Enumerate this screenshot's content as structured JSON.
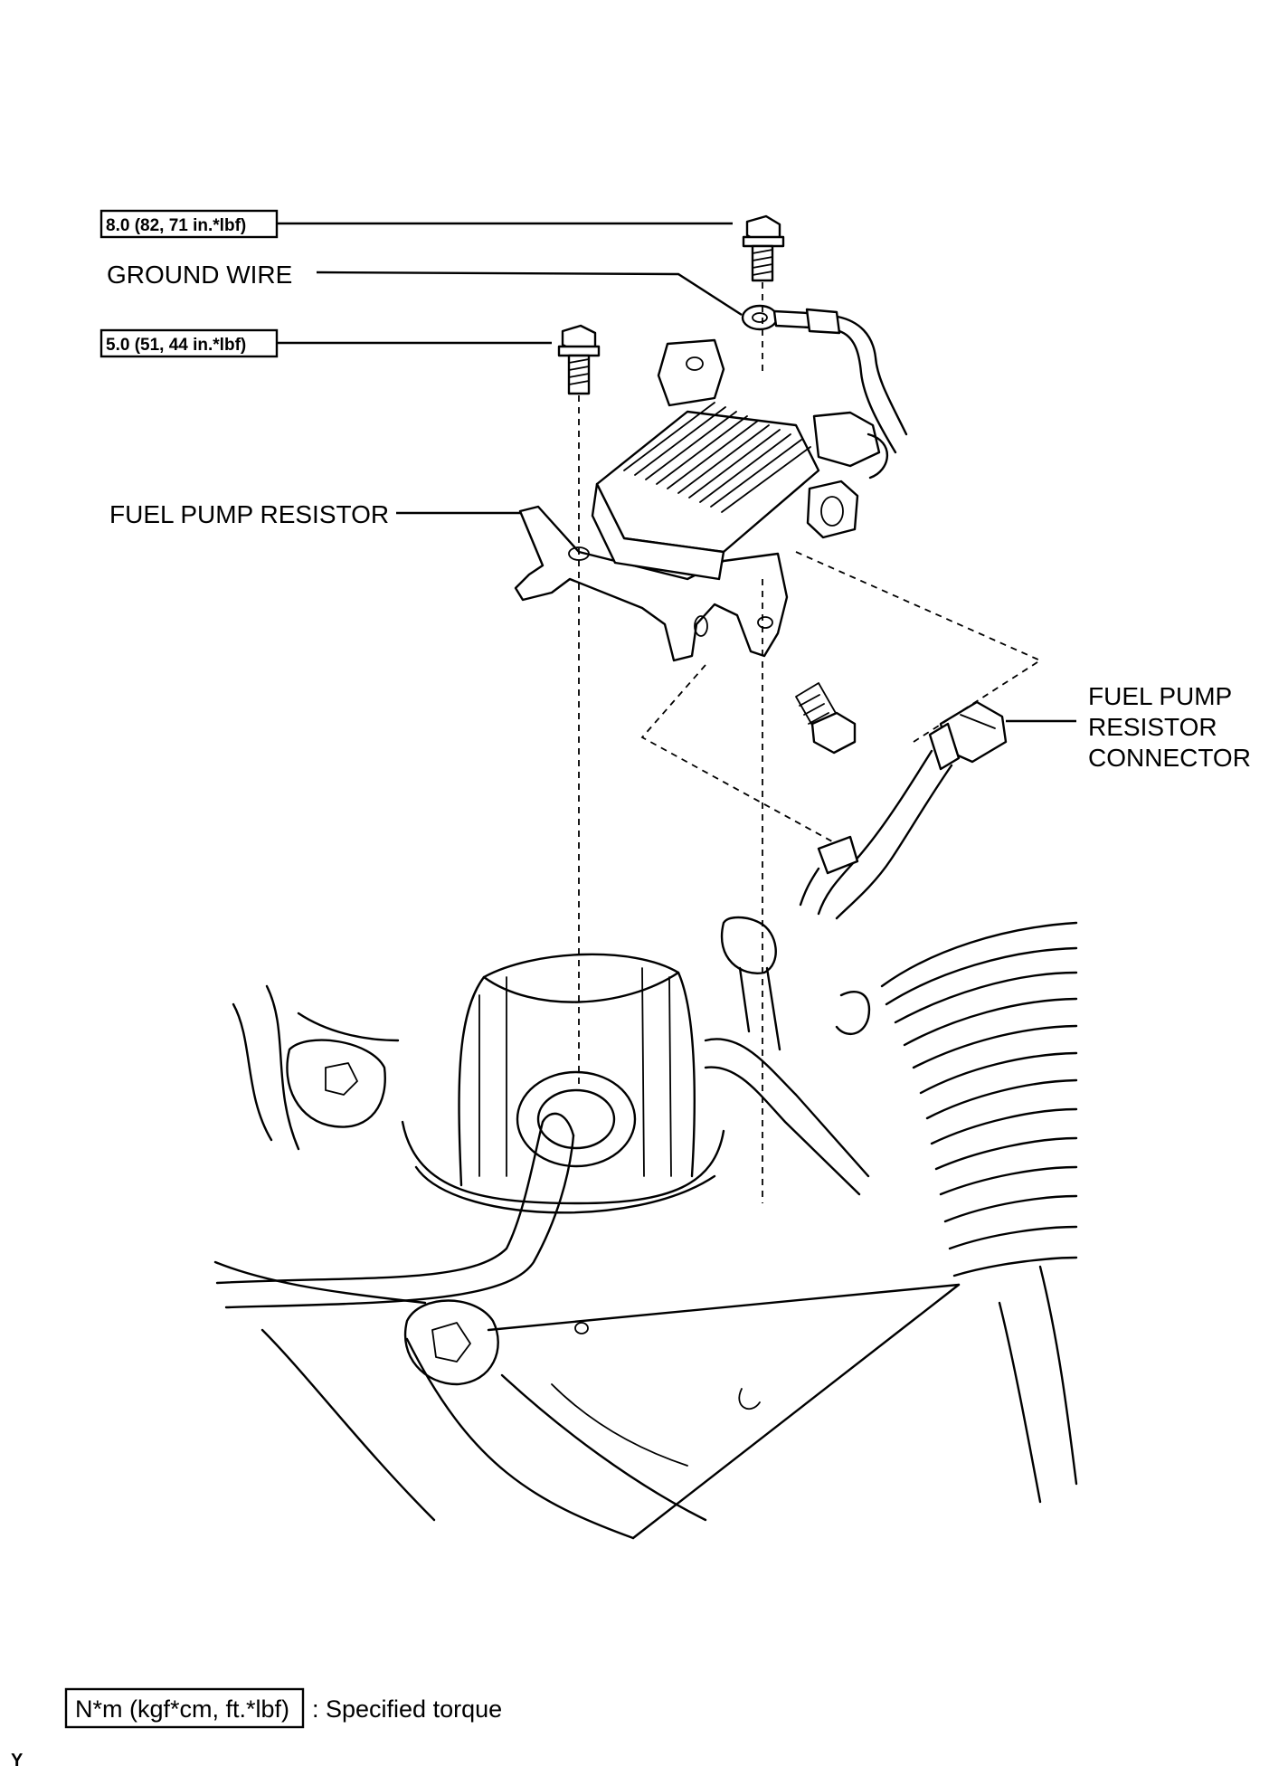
{
  "labels": {
    "torque_upper": "8.0 (82, 71 in.*lbf)",
    "ground_wire": "GROUND WIRE",
    "torque_lower": "5.0 (51, 44 in.*lbf)",
    "fuel_pump_resistor": "FUEL PUMP RESISTOR",
    "connector_line1": "FUEL PUMP",
    "connector_line2": "RESISTOR",
    "connector_line3": "CONNECTOR"
  },
  "legend": {
    "box_text": "N*m (kgf*cm, ft.*lbf)",
    "description": ": Specified torque"
  },
  "corner_code": "Y"
}
